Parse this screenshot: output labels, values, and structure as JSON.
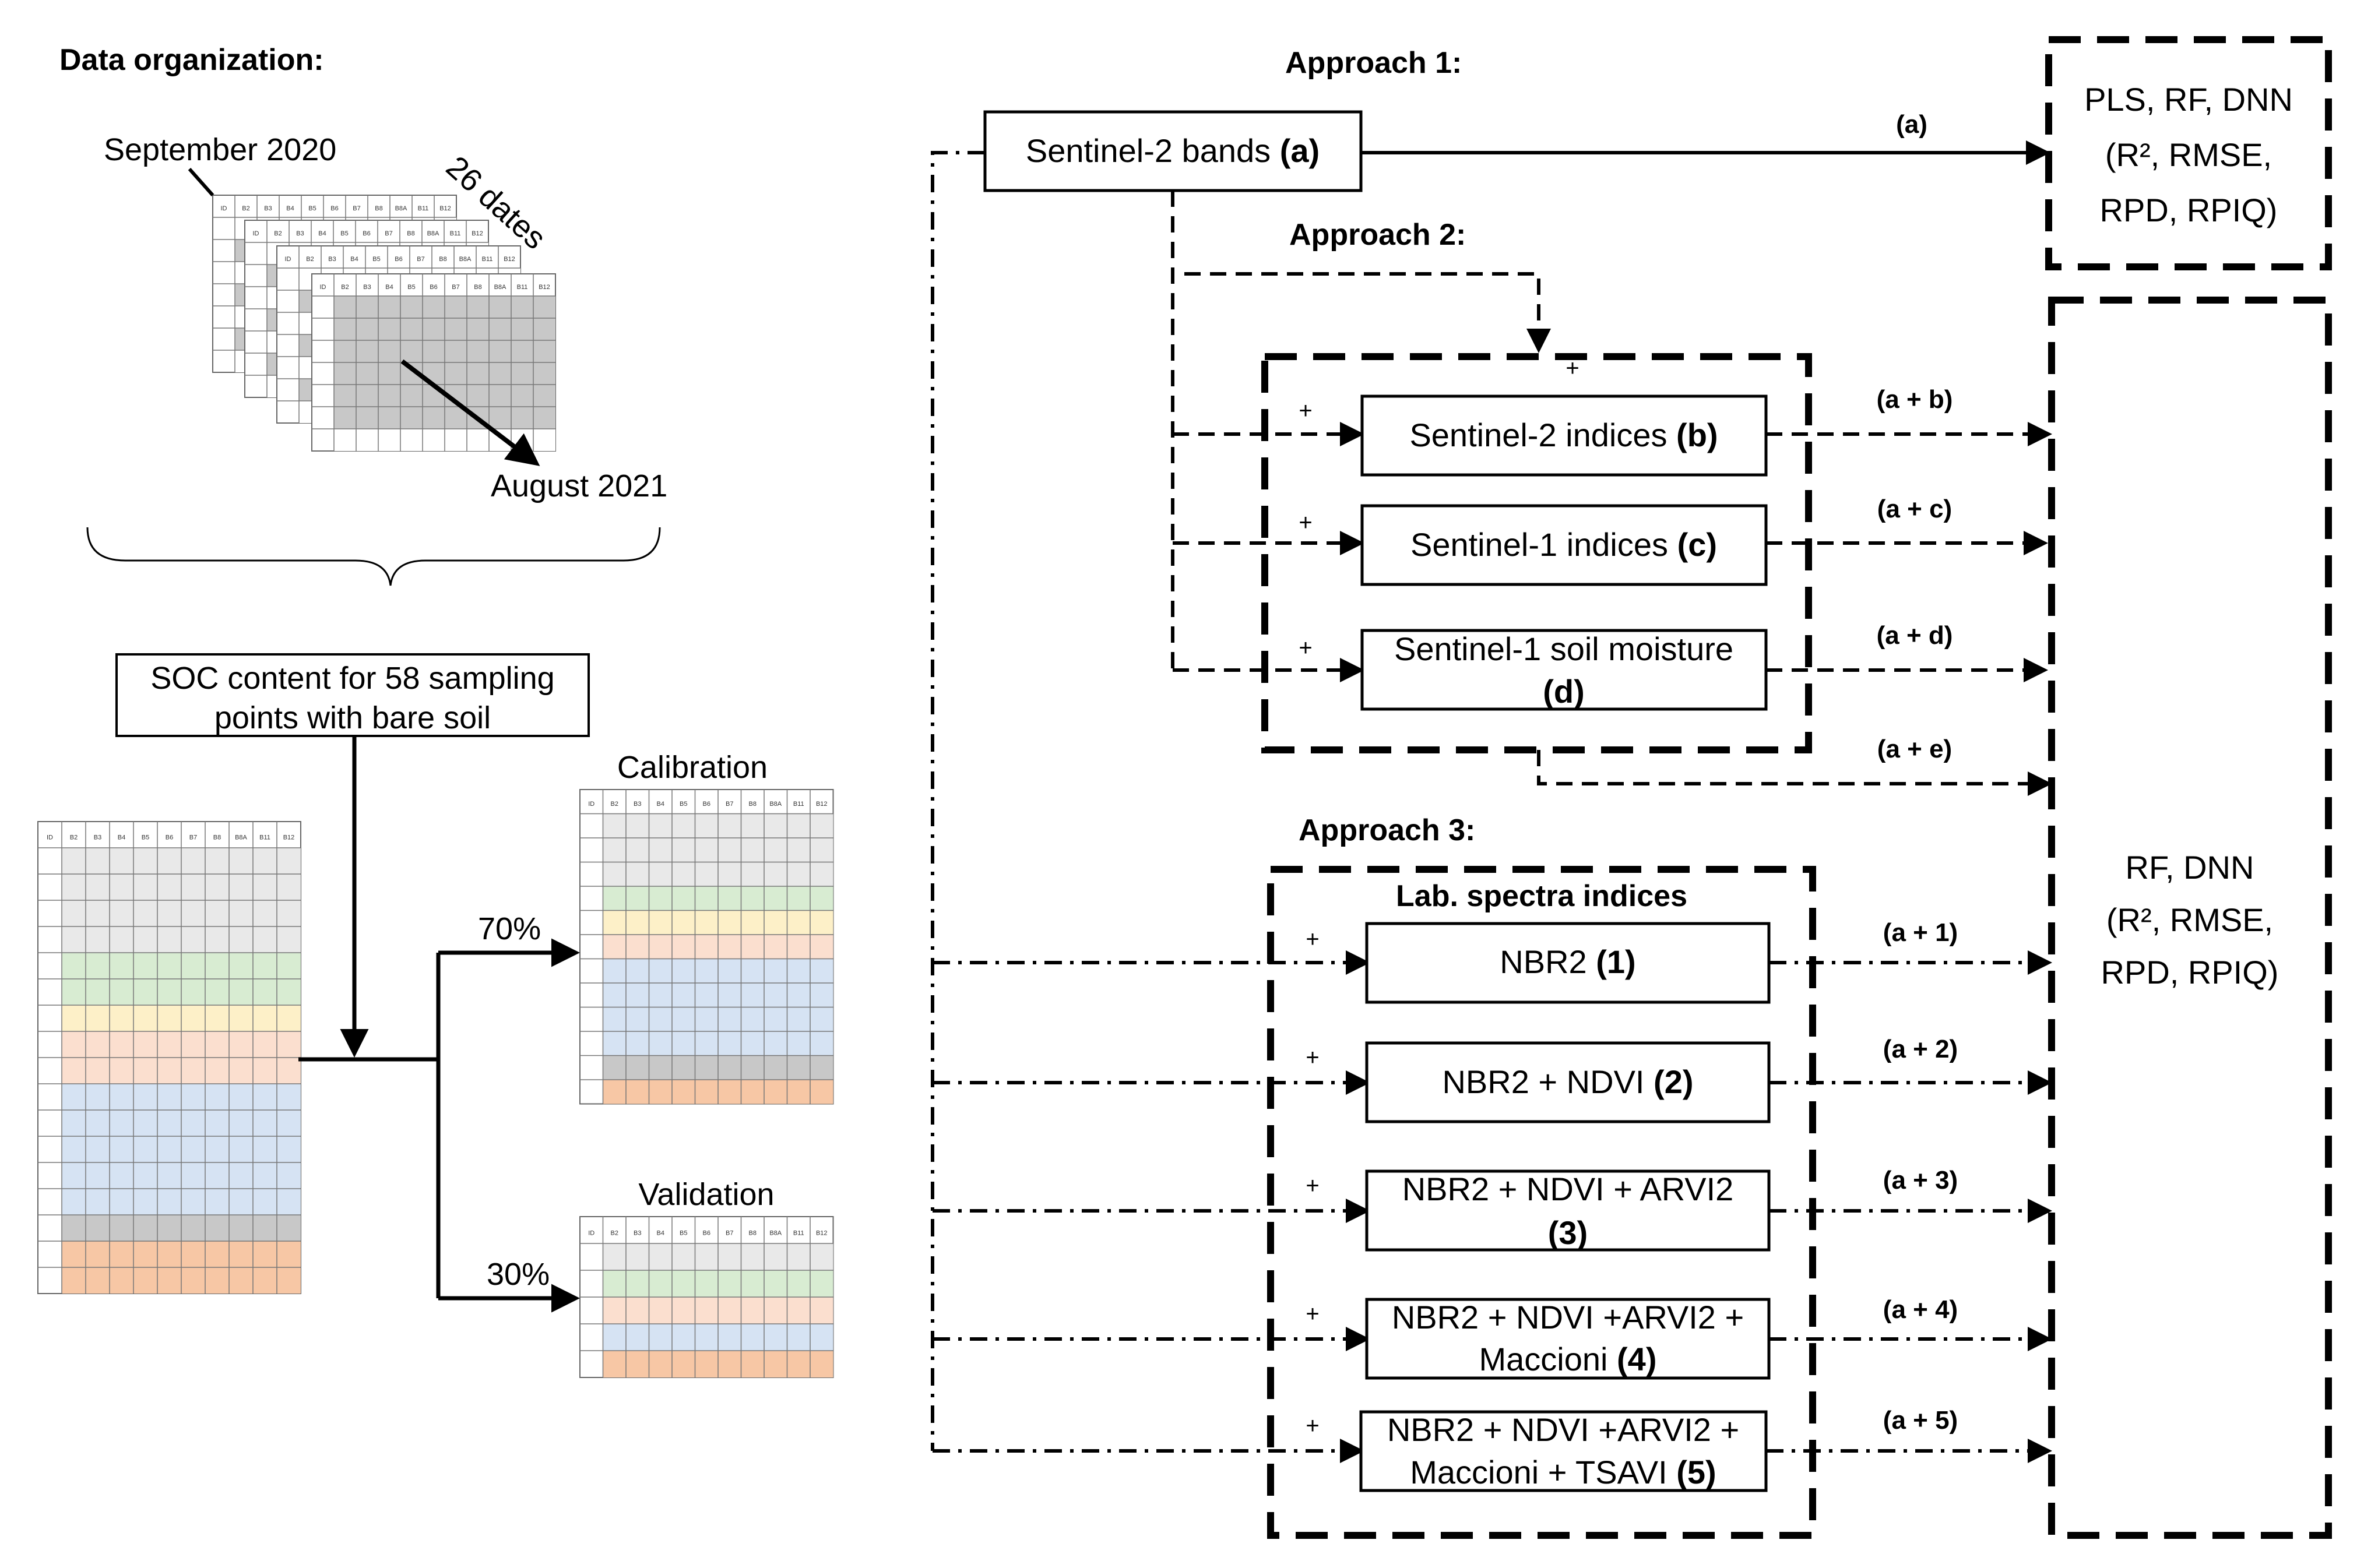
{
  "left": {
    "title": "Data organization:",
    "start_date": "September 2020",
    "dates_count": "26 dates",
    "end_date": "August 2021",
    "soc_box": [
      "SOC content for 58 sampling",
      "points with bare soil"
    ],
    "calibration_label": "Calibration",
    "validation_label": "Validation",
    "split_train": "70%",
    "split_test": "30%",
    "table_headers": [
      "ID",
      "B2",
      "B3",
      "B4",
      "B5",
      "B6",
      "B7",
      "B8",
      "B8A",
      "B11",
      "B12"
    ]
  },
  "approaches": {
    "approach1_title": "Approach 1:",
    "approach2_title": "Approach 2:",
    "approach3_title": "Approach 3:",
    "sentinel2_bands": {
      "text": "Sentinel-2 bands ",
      "tag": "(a)"
    },
    "s2_indices": {
      "text": "Sentinel-2 indices ",
      "tag": "(b)"
    },
    "s1_indices": {
      "text": "Sentinel-1 indices ",
      "tag": "(c)"
    },
    "s1_moisture": {
      "line1": "Sentinel-1 soil moisture",
      "tag": "(d)"
    },
    "lab_title": "Lab. spectra indices",
    "nbr2": {
      "text": "NBR2 ",
      "tag": "(1)"
    },
    "nbr2_ndvi": {
      "text": "NBR2 + NDVI ",
      "tag": "(2)"
    },
    "nbr2_ndvi_arvi2": {
      "line1": "NBR2 + NDVI + ARVI2",
      "tag": "(3)"
    },
    "maccioni": {
      "line1": "NBR2 + NDVI +ARVI2 +",
      "line2": "Maccioni ",
      "tag": "(4)"
    },
    "tsavi": {
      "line1": "NBR2 + NDVI +ARVI2 +",
      "line2": "Maccioni + TSAVI ",
      "tag": "(5)"
    },
    "plus": "+"
  },
  "arrow_labels": {
    "a": "(a)",
    "ab": "(a + b)",
    "ac": "(a + c)",
    "ad": "(a + d)",
    "ae": "(a + e)",
    "a1": "(a + 1)",
    "a2": "(a + 2)",
    "a3": "(a + 3)",
    "a4": "(a + 4)",
    "a5": "(a + 5)"
  },
  "models": {
    "box1": [
      "PLS, RF, DNN",
      "(R², RMSE,",
      "RPD, RPIQ)"
    ],
    "box2": [
      "RF, DNN",
      "(R², RMSE,",
      "RPD, RPIQ)"
    ]
  },
  "colors": {
    "gray": "#e9e9e9",
    "dark_gray": "#c8c8c8",
    "green": "#d8ecd2",
    "yellow": "#fdf0c8",
    "peach": "#fbdfcf",
    "blue": "#d6e3f3",
    "orange": "#f7c7a5"
  }
}
